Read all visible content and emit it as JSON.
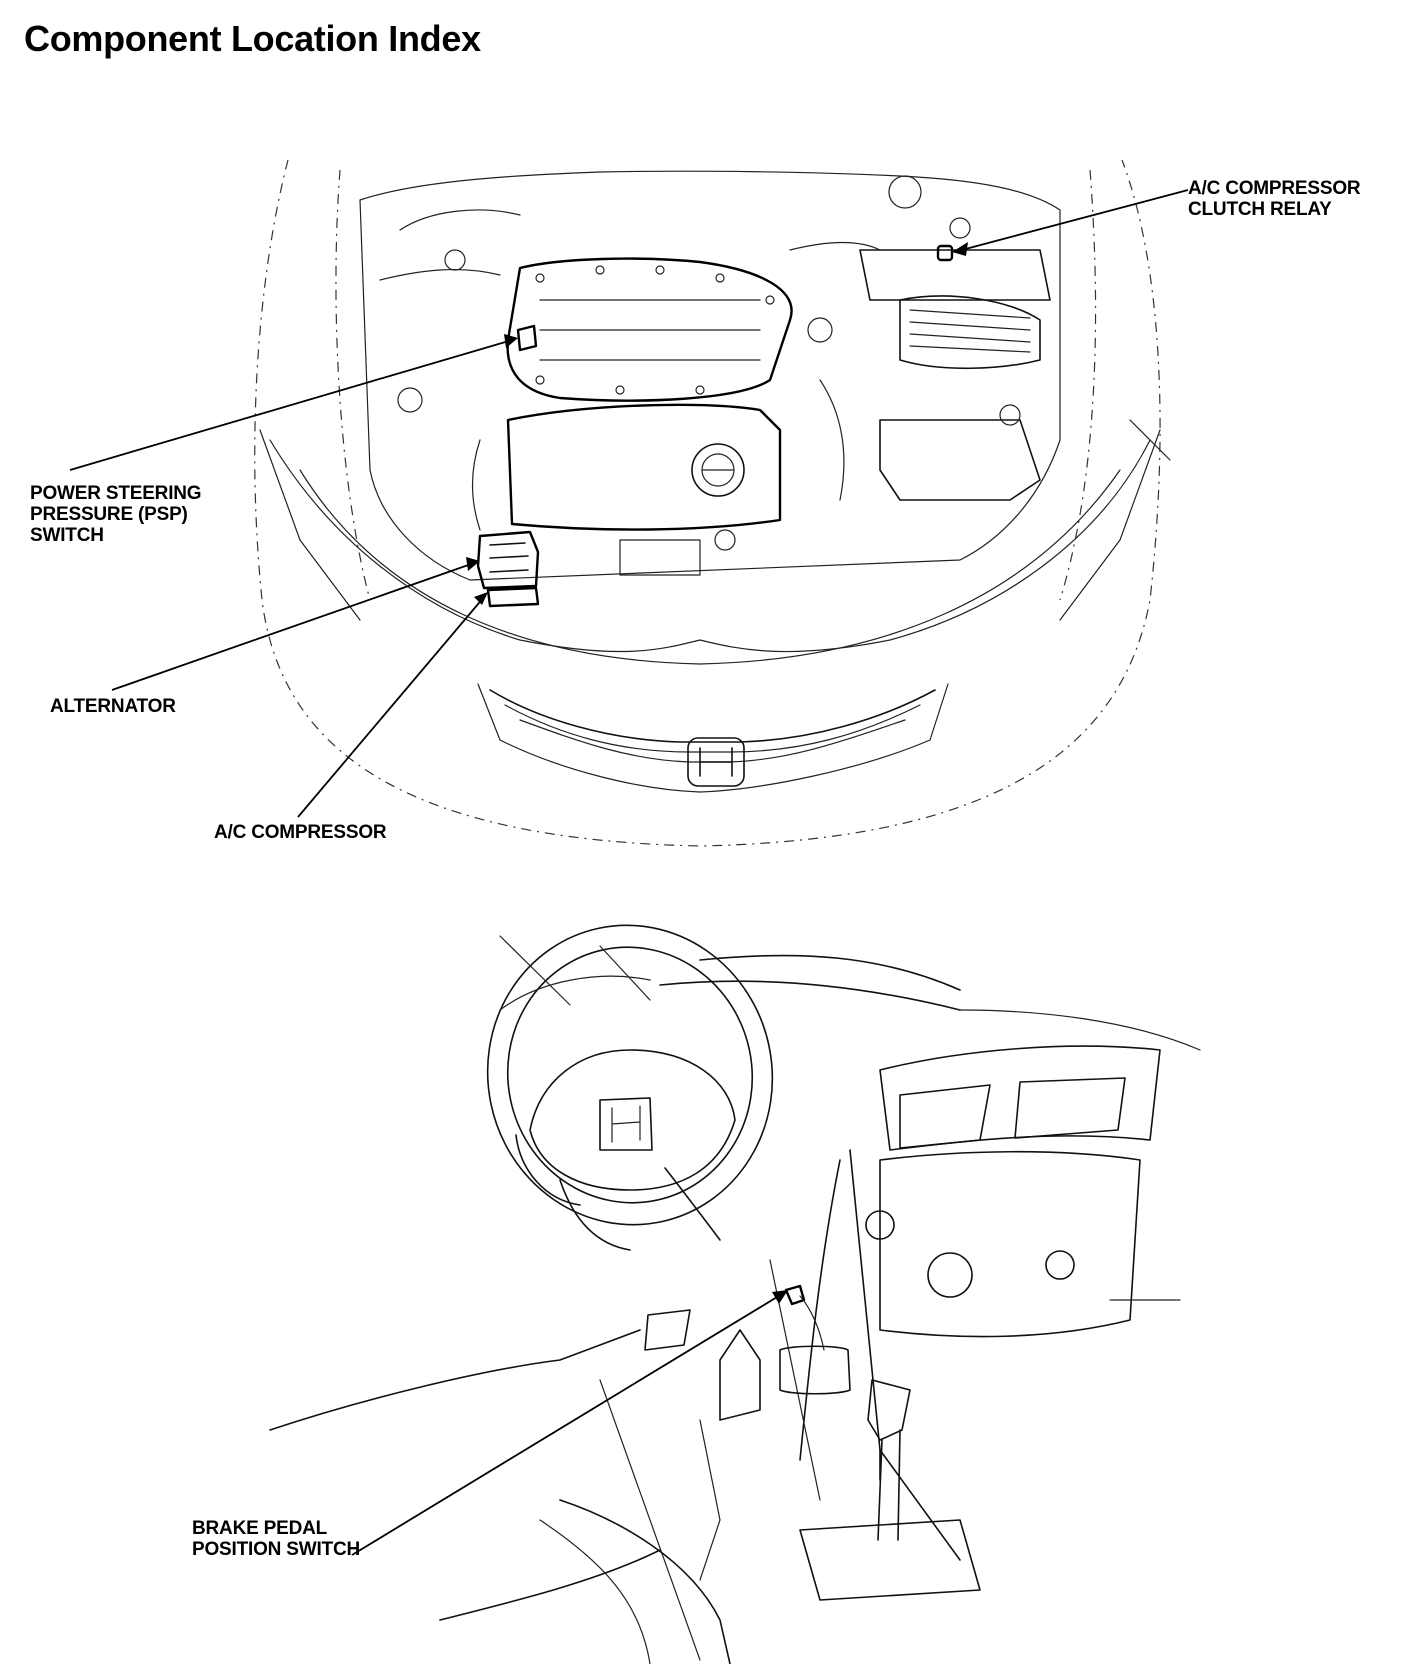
{
  "page": {
    "title": "Component Location Index"
  },
  "labels": {
    "ac_clutch_relay": "A/C COMPRESSOR\nCLUTCH RELAY",
    "psp_switch": "POWER STEERING\nPRESSURE (PSP)\nSWITCH",
    "alternator": "ALTERNATOR",
    "ac_compressor": "A/C COMPRESSOR",
    "brake_switch": "BRAKE PEDAL\nPOSITION SWITCH"
  }
}
